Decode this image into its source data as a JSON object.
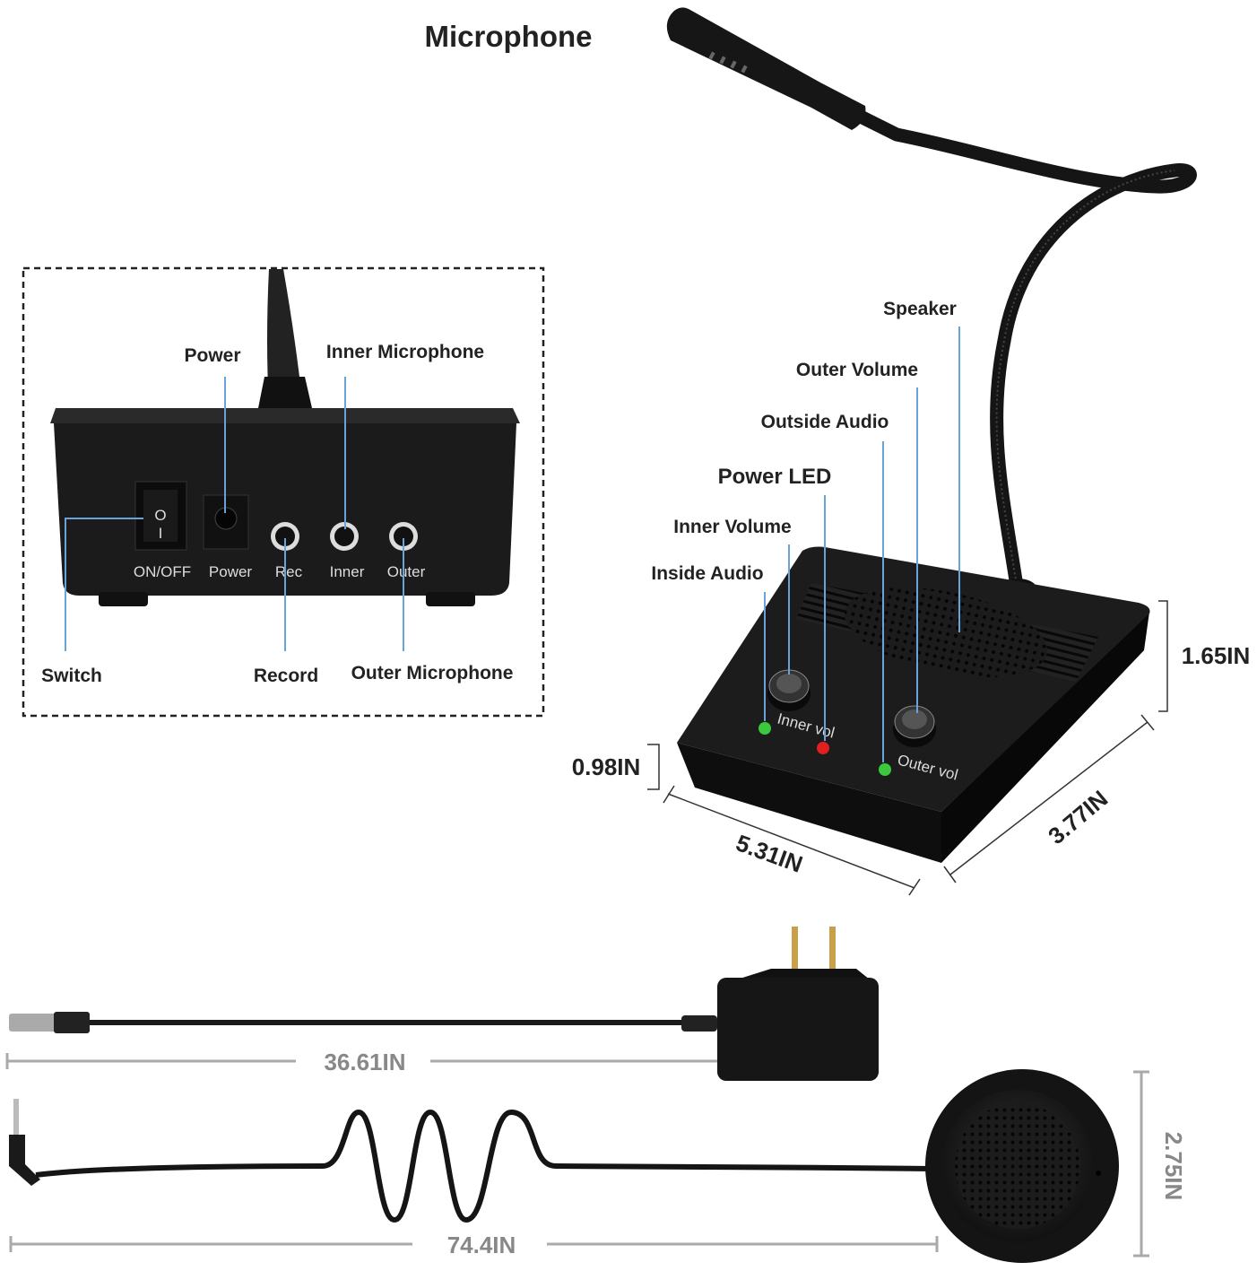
{
  "title": "Microphone",
  "inset": {
    "callouts": {
      "power": "Power",
      "inner_microphone": "Inner Microphone",
      "switch": "Switch",
      "record": "Record",
      "outer_microphone": "Outer Microphone"
    },
    "panel_labels": {
      "on_off": "ON/OFF",
      "power": "Power",
      "rec": "Rec",
      "inner": "Inner",
      "outer": "Outer"
    },
    "switch_marks": {
      "on": "O",
      "off": "I"
    }
  },
  "main": {
    "callouts": {
      "speaker": "Speaker",
      "outer_volume": "Outer Volume",
      "outside_audio": "Outside Audio",
      "power_led": "Power LED",
      "inner_volume": "Inner Volume",
      "inside_audio": "Inside Audio"
    },
    "knob_labels": {
      "inner": "Inner vol",
      "outer": "Outer vol"
    },
    "led_colors": {
      "inside": "#3cc83c",
      "power": "#e02020",
      "outside": "#3cc83c"
    },
    "dimensions": {
      "height": "1.65IN",
      "base_height": "0.98IN",
      "width": "5.31IN",
      "depth": "3.77IN"
    }
  },
  "accessories": {
    "adapter_cable_length": "36.61IN",
    "speaker_cable_length": "74.4IN",
    "speaker_diameter": "2.75IN"
  },
  "colors": {
    "leader": "#6aa3d8",
    "device": "#1a1a1a"
  }
}
